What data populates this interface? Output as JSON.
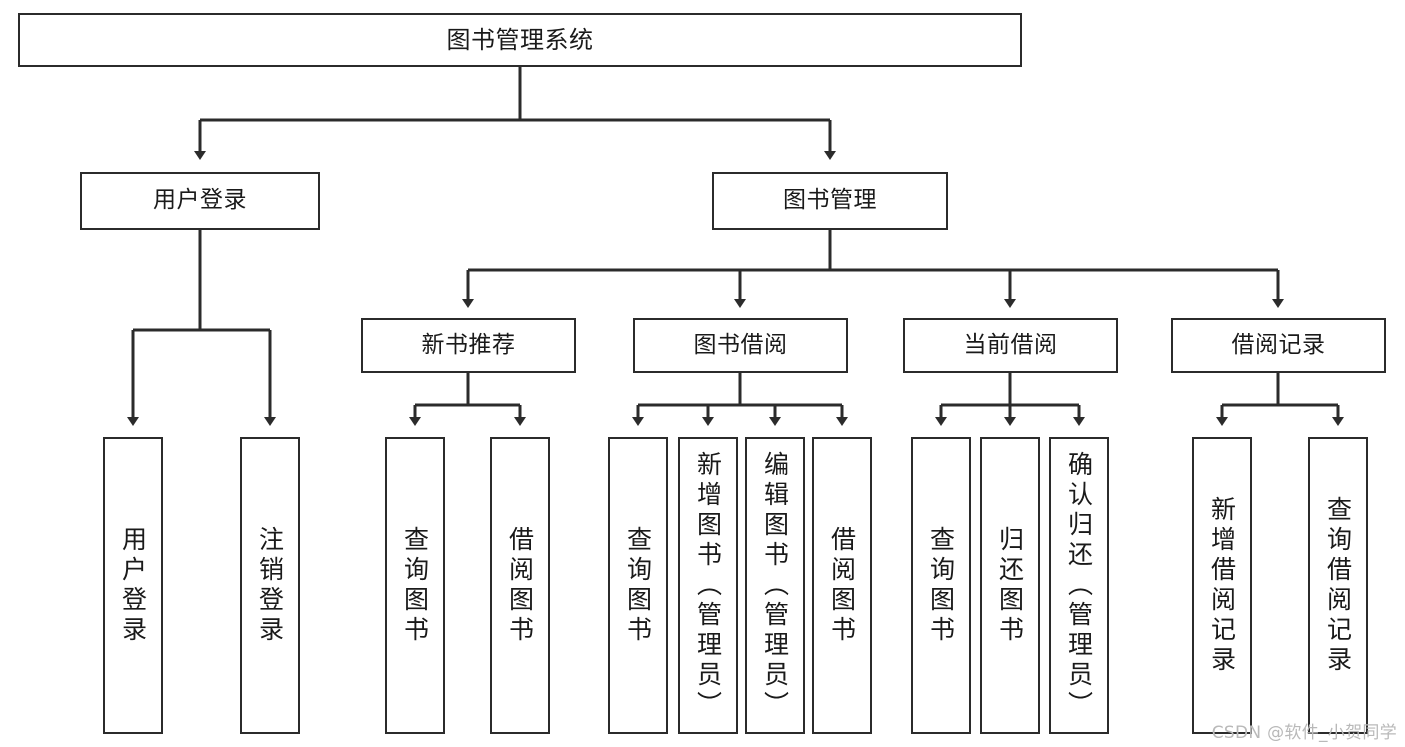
{
  "diagram": {
    "title": "图书管理系统",
    "type": "tree-hierarchy-diagram",
    "colors": {
      "background": "#ffffff",
      "box_border": "#2b2b2b",
      "box_fill": "#ffffff",
      "connector": "#2b2b2b",
      "text": "#1a1a1a",
      "watermark": "#b9b9b9"
    },
    "root": {
      "label": "图书管理系统"
    },
    "level2": [
      {
        "label": "用户登录"
      },
      {
        "label": "图书管理"
      }
    ],
    "level3": [
      {
        "label": "新书推荐"
      },
      {
        "label": "图书借阅"
      },
      {
        "label": "当前借阅"
      },
      {
        "label": "借阅记录"
      }
    ],
    "leaves": {
      "user_login": [
        {
          "label": "用户登录"
        },
        {
          "label": "注销登录"
        }
      ],
      "new_book_recommend": [
        {
          "label": "查询图书"
        },
        {
          "label": "借阅图书"
        }
      ],
      "book_borrow": [
        {
          "label": "查询图书"
        },
        {
          "label": "新增图书（管理员）"
        },
        {
          "label": "编辑图书（管理员）"
        },
        {
          "label": "借阅图书"
        }
      ],
      "current_borrow": [
        {
          "label": "查询图书"
        },
        {
          "label": "归还图书"
        },
        {
          "label": "确认归还（管理员）"
        }
      ],
      "borrow_record": [
        {
          "label": "新增借阅记录"
        },
        {
          "label": "查询借阅记录"
        }
      ]
    }
  },
  "watermark": {
    "text": "CSDN @软件_小贺同学"
  }
}
